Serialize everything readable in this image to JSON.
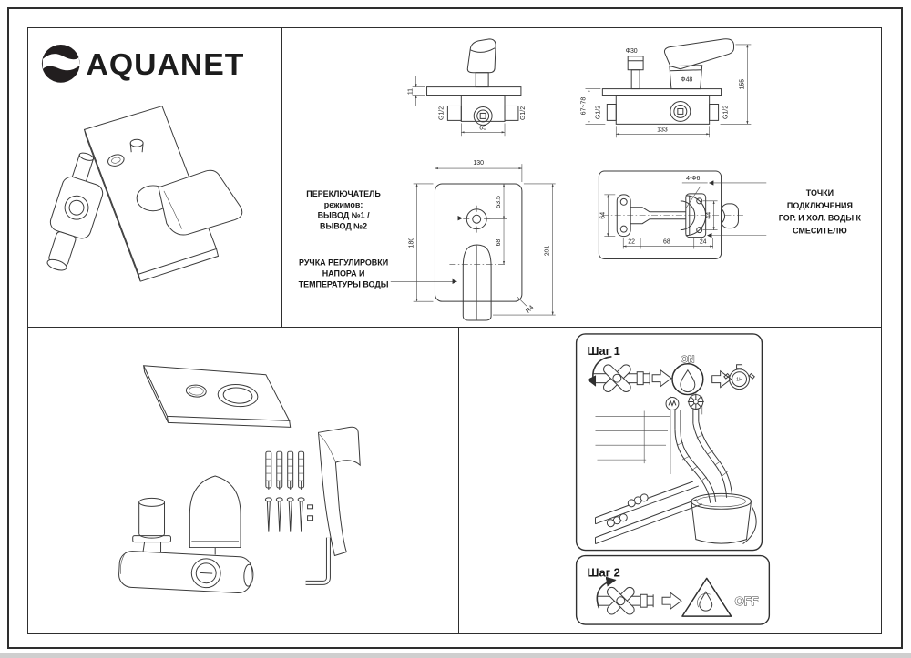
{
  "brand": {
    "name": "AQUANET"
  },
  "drawings": {
    "front": {
      "plate_thickness": "11",
      "width": "65",
      "thread_left": "G1/2",
      "thread_right": "G1/2"
    },
    "side": {
      "knob_dia": "Ф30",
      "handle_dia": "Ф48",
      "thread_left": "G1/2",
      "thread_right": "G1/2",
      "width": "133",
      "height": "155",
      "depth": "67~78"
    },
    "face": {
      "width": "130",
      "height": "180",
      "overall": "201",
      "to_knob": "53.5",
      "knob_to_handle": "68",
      "corner": "R4"
    },
    "rear": {
      "mount_holes": "4-Ф6",
      "bracket_span": "64",
      "flange_span": "44",
      "seg1": "22",
      "seg2": "68",
      "seg3": "24"
    }
  },
  "callouts": {
    "diverter": [
      "ПЕРЕКЛЮЧАТЕЛЬ",
      "режимов:",
      "ВЫВОД №1 /",
      "ВЫВОД №2"
    ],
    "handle": [
      "РУЧКА РЕГУЛИРОВКИ",
      "НАПОРА И",
      "ТЕМПЕРАТУРЫ ВОДЫ"
    ],
    "connections": [
      "ТОЧКИ",
      "ПОДКЛЮЧЕНИЯ",
      "ГОР. И ХОЛ. ВОДЫ К",
      "СМЕСИТЕЛЮ"
    ]
  },
  "steps": {
    "step1": {
      "title": "Шаг 1",
      "on": "ON",
      "timer": "1H"
    },
    "step2": {
      "title": "Шаг 2",
      "off": "OFF"
    }
  },
  "colors": {
    "ink": "#3b3b3b",
    "paper": "#ffffff"
  }
}
